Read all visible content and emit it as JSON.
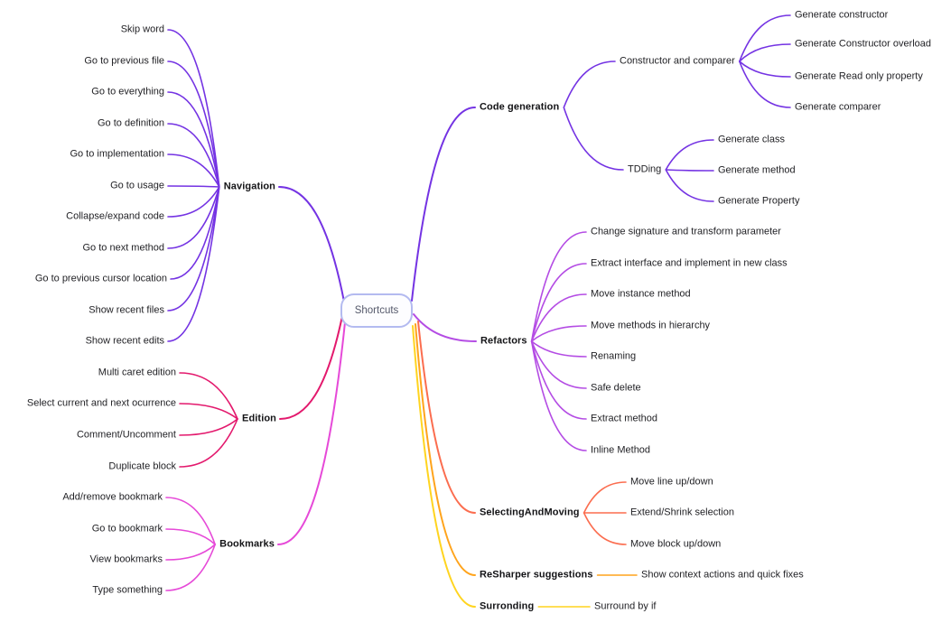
{
  "center": {
    "label": "Shortcuts"
  },
  "node_style": {
    "border_color": "#b3baf0",
    "fill": "#fdfdff",
    "text_color": "#55596b"
  },
  "branches": [
    {
      "label": "Navigation",
      "color": "#7433e3",
      "children": [
        {
          "label": "Skip word"
        },
        {
          "label": "Go to previous file"
        },
        {
          "label": "Go to everything"
        },
        {
          "label": "Go to definition"
        },
        {
          "label": "Go to implementation"
        },
        {
          "label": "Go to usage"
        },
        {
          "label": "Collapse/expand code"
        },
        {
          "label": "Go to next method"
        },
        {
          "label": "Go to previous cursor location"
        },
        {
          "label": "Show recent files"
        },
        {
          "label": "Show recent edits"
        }
      ]
    },
    {
      "label": "Edition",
      "color": "#e3196d",
      "children": [
        {
          "label": "Multi caret edition"
        },
        {
          "label": "Select current and next ocurrence"
        },
        {
          "label": "Comment/Uncomment"
        },
        {
          "label": "Duplicate block"
        }
      ]
    },
    {
      "label": "Bookmarks",
      "color": "#e649d8",
      "children": [
        {
          "label": "Add/remove bookmark"
        },
        {
          "label": "Go to bookmark"
        },
        {
          "label": "View bookmarks"
        },
        {
          "label": "Type something"
        }
      ]
    },
    {
      "label": "Code generation",
      "color": "#7433e3",
      "children": [
        {
          "label": "Constructor and comparer",
          "children": [
            {
              "label": "Generate constructor"
            },
            {
              "label": "Generate Constructor overload"
            },
            {
              "label": "Generate Read only property"
            },
            {
              "label": "Generate comparer"
            }
          ]
        },
        {
          "label": "TDDing",
          "children": [
            {
              "label": "Generate class"
            },
            {
              "label": "Generate method"
            },
            {
              "label": "Generate Property"
            }
          ]
        }
      ]
    },
    {
      "label": "Refactors",
      "color": "#b44ce4",
      "children": [
        {
          "label": "Change signature and transform parameter"
        },
        {
          "label": "Extract interface and implement in new class"
        },
        {
          "label": "Move instance method"
        },
        {
          "label": "Move methods in hierarchy"
        },
        {
          "label": "Renaming"
        },
        {
          "label": "Safe delete"
        },
        {
          "label": "Extract method"
        },
        {
          "label": "Inline Method"
        }
      ]
    },
    {
      "label": "SelectingAndMoving",
      "color": "#fb6d4f",
      "children": [
        {
          "label": "Move line up/down"
        },
        {
          "label": "Extend/Shrink selection"
        },
        {
          "label": "Move block up/down"
        }
      ]
    },
    {
      "label": "ReSharper suggestions",
      "color": "#ffa41c",
      "children": [
        {
          "label": "Show context actions and quick fixes"
        }
      ]
    },
    {
      "label": "Surronding",
      "color": "#ffd41f",
      "children": [
        {
          "label": "Surround by if"
        }
      ]
    }
  ]
}
